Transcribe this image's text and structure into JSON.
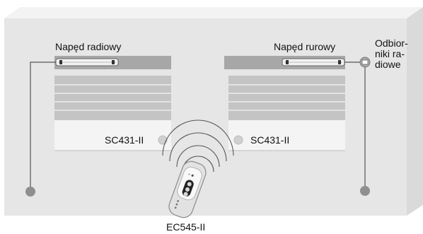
{
  "labels": {
    "left_drive": "Napęd radiowy",
    "right_drive": "Napęd rurowy",
    "receivers": "Odbior-\nniki ra-\ndiowe",
    "left_sensor": "SC431-II",
    "right_sensor": "SC431-II",
    "remote": "EC545-II"
  },
  "colors": {
    "wall": "#e6e6e6",
    "wall_side": "#f3f3f3",
    "wall_edge": "#bdbdbd",
    "box": "#a7a7a7",
    "slats": "#c4c4c4",
    "window": "#f4f4f4",
    "cable": "#555555",
    "node": "#8f8f8f"
  },
  "icons": [
    "motor-tube",
    "radio-receiver",
    "sun-sensor",
    "remote-control",
    "radio-waves",
    "cable-node"
  ]
}
